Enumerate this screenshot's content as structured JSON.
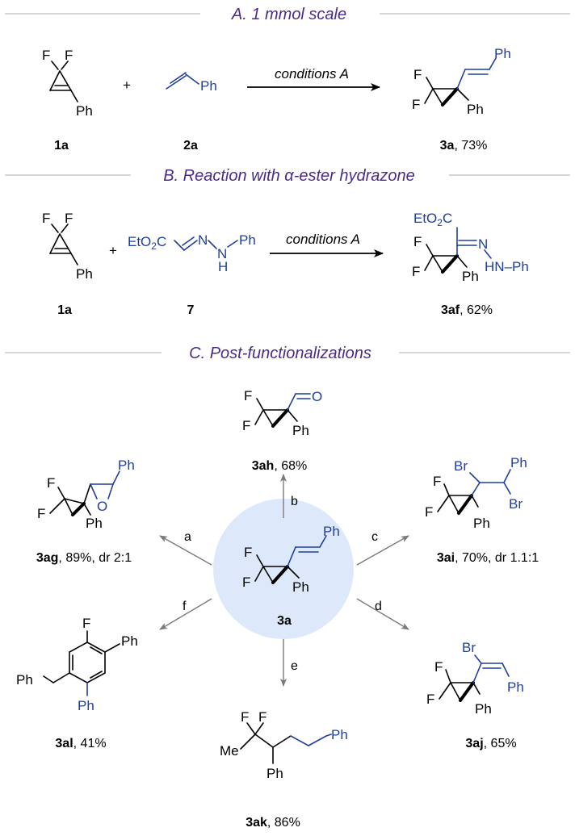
{
  "sections": {
    "a": {
      "title": "A. 1 mmol scale"
    },
    "b": {
      "title": "B. Reaction with α-ester hydrazone"
    },
    "c": {
      "title": "C. Post-functionalizations"
    }
  },
  "conditions": {
    "a": "conditions A",
    "b": "conditions A"
  },
  "atoms": {
    "F": "F",
    "Ph": "Ph",
    "O": "O",
    "Br": "Br",
    "Me": "Me",
    "N": "N",
    "H": "H",
    "EtO": "EtO",
    "two": "2",
    "C": "C",
    "HN": "HN",
    "dash_ph": "–Ph",
    "plus": "+"
  },
  "compounds": {
    "c1a": {
      "id": "1a",
      "yield": ""
    },
    "c2a": {
      "id": "2a",
      "yield": ""
    },
    "c3a": {
      "id": "3a",
      "yield": ", 73%"
    },
    "c7": {
      "id": "7",
      "yield": ""
    },
    "c3af": {
      "id": "3af",
      "yield": ", 62%"
    },
    "c3ah": {
      "id": "3ah",
      "yield": ", 68%"
    },
    "c3ag": {
      "id": "3ag",
      "yield": ", 89%, dr 2:1"
    },
    "c3ai": {
      "id": "3ai",
      "yield": ", 70%, dr 1.1:1"
    },
    "c3center": {
      "id": "3a",
      "yield": ""
    },
    "c3al": {
      "id": "3al",
      "yield": ", 41%"
    },
    "c3aj": {
      "id": "3aj",
      "yield": ", 65%"
    },
    "c3ak": {
      "id": "3ak",
      "yield": ", 86%"
    }
  },
  "steps": {
    "a": "a",
    "b": "b",
    "c": "c",
    "d": "d",
    "e": "e",
    "f": "f"
  },
  "colors": {
    "heading": "#4b2a8a",
    "blue": "#1f3f9e",
    "circle": "#dde9fb",
    "rule": "#c8c8c8",
    "arrow": "#7a7a7a"
  }
}
